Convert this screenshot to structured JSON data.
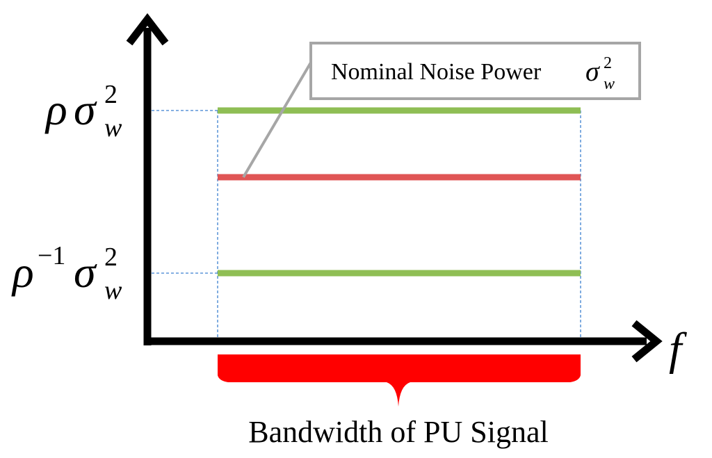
{
  "axes": {
    "x_label": "f"
  },
  "levels": {
    "upper": {
      "coef": "ρ",
      "sigma": "σ",
      "sup": "2",
      "sub": "w"
    },
    "lower": {
      "coef": "ρ",
      "coef_sup": "−1",
      "sigma": "σ",
      "sup": "2",
      "sub": "w"
    }
  },
  "callout": {
    "text": "Nominal Noise Power",
    "sigma": "σ",
    "sup": "2",
    "sub": "w"
  },
  "bandwidth_label": "Bandwidth of  PU Signal",
  "colors": {
    "bound_lines": "#8fbe54",
    "nominal_line": "#e05555",
    "guides": "#3b7fd0",
    "brace": "#ff0000",
    "callout_border": "#a6a6a6",
    "axes": "#000000"
  }
}
